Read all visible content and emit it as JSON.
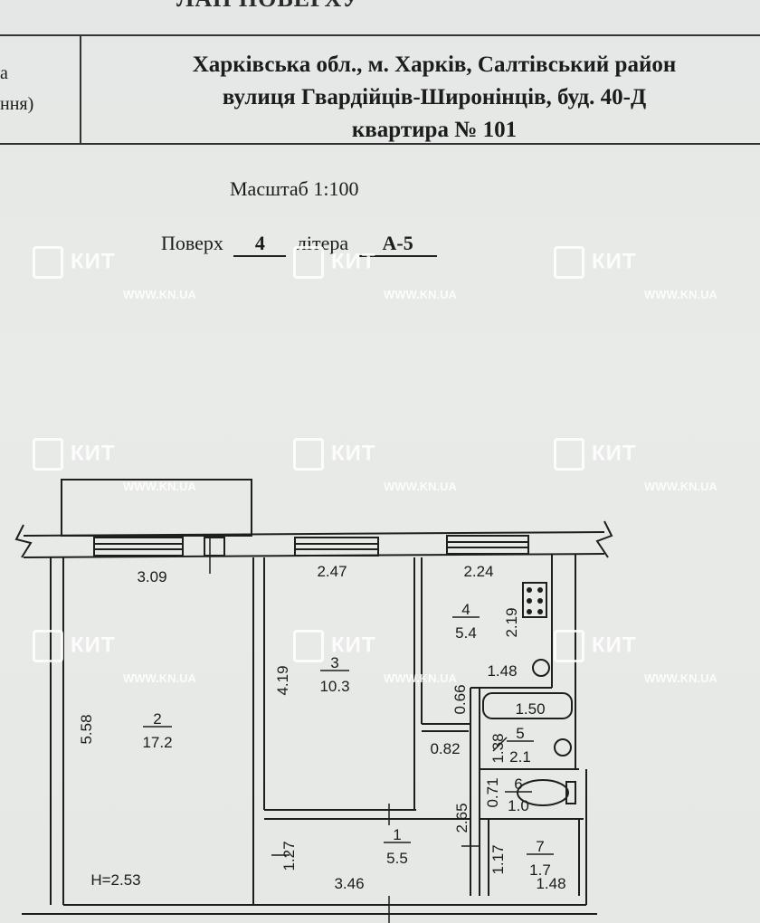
{
  "header": {
    "top_cut_text": "ЛАН ПОВЕРХУ",
    "left_col": [
      "а",
      "ння)"
    ],
    "address": [
      "Харківська обл., м. Харків, Салтівський район",
      "вулиця Гвардійців-Широнінців, буд. 40-Д",
      "квартира № 101"
    ]
  },
  "plan": {
    "scale_label": "Масштаб 1:100",
    "floor_label": "Поверх",
    "floor_value": "4",
    "litera_label": "літера",
    "litera_value": "А-5",
    "ceiling_height": "Н=2.53"
  },
  "rooms": [
    {
      "num": "2",
      "area": "17.2"
    },
    {
      "num": "3",
      "area": "10.3"
    },
    {
      "num": "4",
      "area": "5.4"
    },
    {
      "num": "5",
      "area": "2.1"
    },
    {
      "num": "6",
      "area": "1.0"
    },
    {
      "num": "1",
      "area": "5.5"
    },
    {
      "num": "7",
      "area": "1.7"
    }
  ],
  "dimensions": {
    "d309": "3.09",
    "d247": "2.47",
    "d224": "2.24",
    "d219": "2.19",
    "d558": "5.58",
    "d419": "4.19",
    "d148a": "1.48",
    "d066": "0.66",
    "d150": "1.50",
    "d138": "1.38",
    "d082": "0.82",
    "d071": "0.71",
    "d265": "2.65",
    "d127": "1.27",
    "d346": "3.46",
    "d117": "1.17",
    "d148b": "1.48"
  },
  "watermark": {
    "logo": "КИТ",
    "url": "WWW.KN.UA"
  },
  "colors": {
    "background": "#e6e9e6",
    "ink": "#1c1c1c",
    "watermark": "#ffffff"
  }
}
